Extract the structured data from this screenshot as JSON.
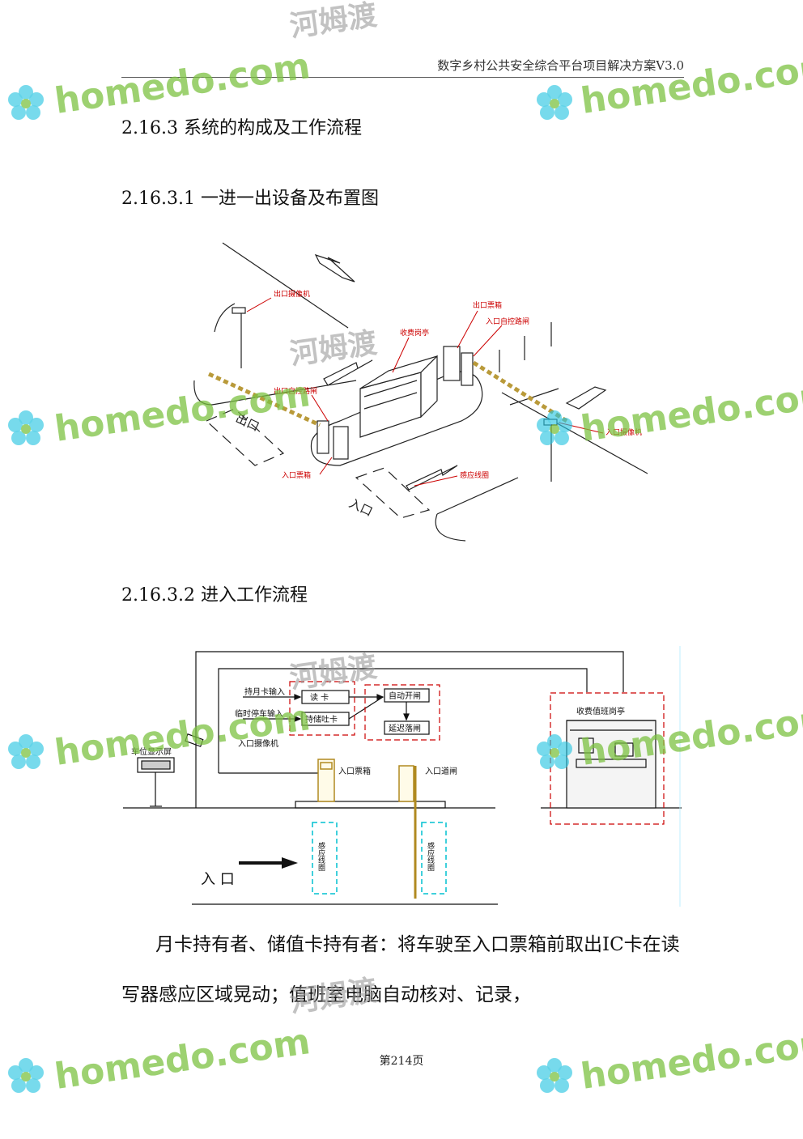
{
  "header": {
    "title": "数字乡村公共安全综合平台项目解决方案V3.0"
  },
  "sections": {
    "s1": "2.16.3 系统的构成及工作流程",
    "s2": "2.16.3.1 一进一出设备及布置图",
    "s3": "2.16.3.2 进入工作流程"
  },
  "layout_figure": {
    "labels": {
      "exit_camera": "出口摄像机",
      "booth": "收费岗亭",
      "exit_ticket_box": "出口票箱",
      "entry_barrier": "入口自控路闸",
      "exit_barrier": "出口自控路闸",
      "entry_camera": "入口摄像机",
      "entry_ticket_box": "入口票箱",
      "sensor_coil": "感应线圈",
      "exit_ground": "出口",
      "entry_ground": "入口"
    }
  },
  "flow_figure": {
    "labels": {
      "monthly_card_in": "持月卡输入",
      "temp_car_in": "临时停车输入",
      "read_card": "读  卡",
      "issue_card": "持储吐卡",
      "auto_open": "自动开闸",
      "delay_close": "延迟落闸",
      "entry_camera": "入口摄像机",
      "entry_ticket_box": "入口票箱",
      "entry_gate": "入口道闸",
      "parking_display": "车位显示屏",
      "booth": "收费值班岗亭",
      "entrance": "入 口",
      "coil1": "感应线圈",
      "coil2": "感应线圈"
    }
  },
  "paragraph": {
    "text": "月卡持有者、储值卡持有者：将车驶至入口票箱前取出IC卡在读写器感应区域晃动；值班室电脑自动核对、记录，"
  },
  "footer": {
    "page": "第214页"
  },
  "watermark": {
    "brand": "homedo.com",
    "cn": "河姆渡"
  },
  "colors": {
    "accent_red": "#cc0000",
    "cyan": "#00c0d0",
    "brand_green": "#7dc242",
    "brand_cyan": "#29c4e0"
  }
}
